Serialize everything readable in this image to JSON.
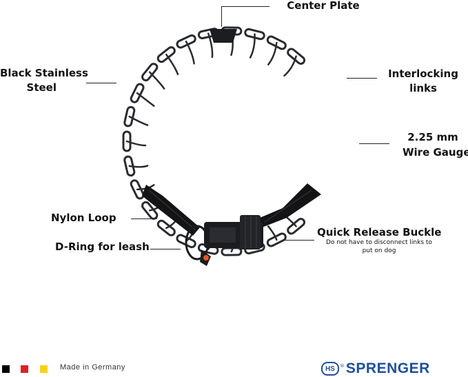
{
  "labels": {
    "center_plate": "Center Plate",
    "black_stainless_1": "Black Stainless",
    "black_stainless_2": "Steel",
    "interlocking_1": "Interlocking",
    "interlocking_2": "links",
    "gauge_1": "2.25 mm",
    "gauge_2": "Wire Gauge",
    "nylon_loop": "Nylon Loop",
    "d_ring": "D-Ring for leash",
    "quick_release": "Quick Release Buckle",
    "quick_release_sub_1": "Do not have to disconnect links to",
    "quick_release_sub_2": "put on dog"
  },
  "footer": {
    "made_in": "Made in Germany",
    "logo_hs": "HS",
    "logo_reg": "®",
    "logo_brand": "SPRENGER"
  },
  "colors": {
    "flag_black": "#000000",
    "flag_red": "#dd1f26",
    "flag_gold": "#f7d117",
    "brand_blue": "#1d4f9c",
    "metal": "#2a2b30"
  }
}
